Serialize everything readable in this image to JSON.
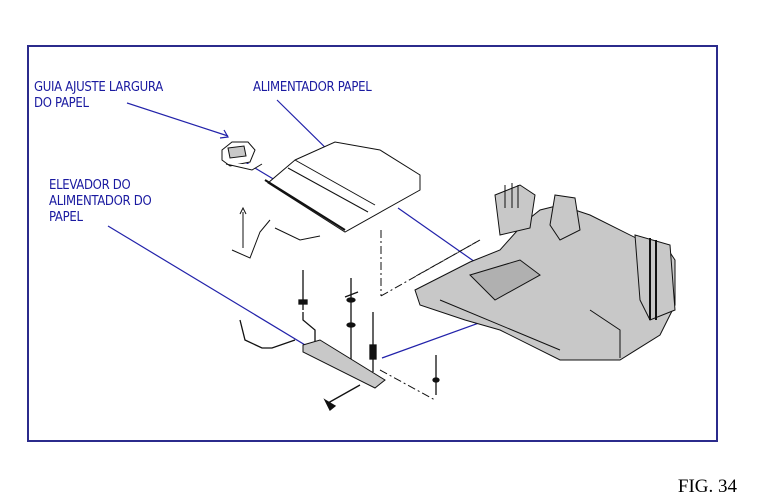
{
  "figure": {
    "caption": "FIG. 34",
    "labels": [
      {
        "id": "guia",
        "text": "GUIA AJUSTE LARGURA\nDO PAPEL"
      },
      {
        "id": "alim",
        "text": "ALIMENTADOR PAPEL"
      },
      {
        "id": "elev",
        "text": "ELEVADOR DO\nALIMENTADOR DO\nPAPEL"
      }
    ]
  },
  "colors": {
    "frame": "#2b2b8c",
    "label_text": "#1a1aa0",
    "leader": "#2222aa",
    "part_fill": "#c8c8c8",
    "part_stroke": "#111111"
  }
}
